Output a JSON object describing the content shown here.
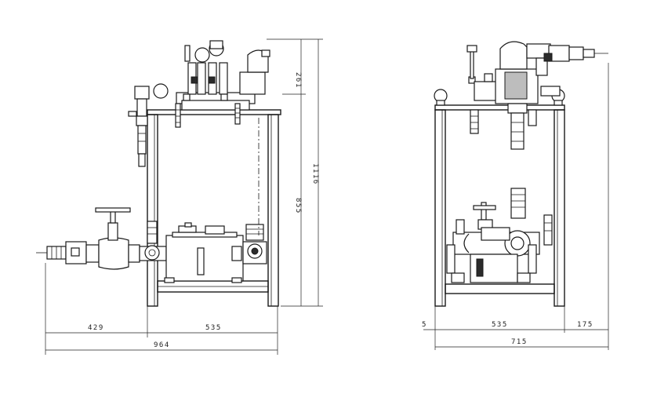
{
  "diagram": {
    "front_view": {
      "dimensions": {
        "upper_height": "261",
        "total_height": "1116",
        "frame_height": "855",
        "inlet_offset": "429",
        "frame_width": "535",
        "overall_width": "964"
      }
    },
    "side_view": {
      "dimensions": {
        "left_offset": "5",
        "frame_width": "535",
        "right_offset": "175",
        "overall_width": "715"
      }
    }
  }
}
